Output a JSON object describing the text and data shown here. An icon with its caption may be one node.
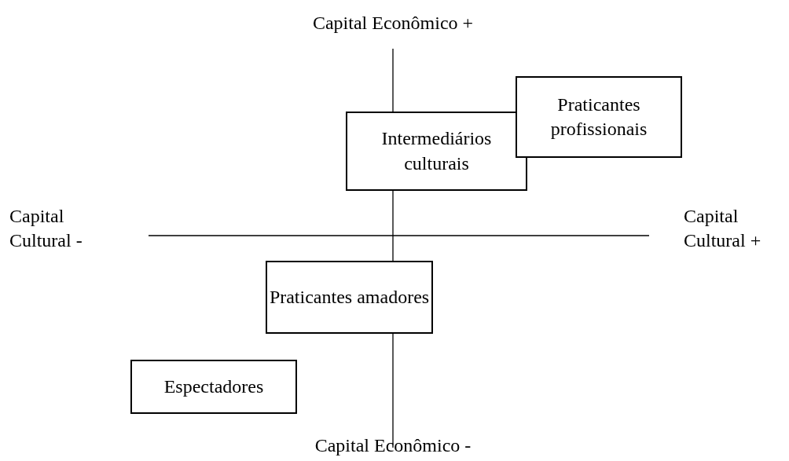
{
  "diagram": {
    "nodes": [
      {
        "text": [
          "Intermediários culturais"
        ]
      },
      {
        "text": [
          "Praticantes profissionais"
        ]
      },
      {
        "text": [
          "Praticantes amadores"
        ]
      },
      {
        "text": [
          "Espectadores"
        ]
      }
    ],
    "labels": [
      "Capital Econômico +",
      "Capital Cultural -",
      "Capital Cultural +",
      "Capital Econômico -"
    ]
  }
}
